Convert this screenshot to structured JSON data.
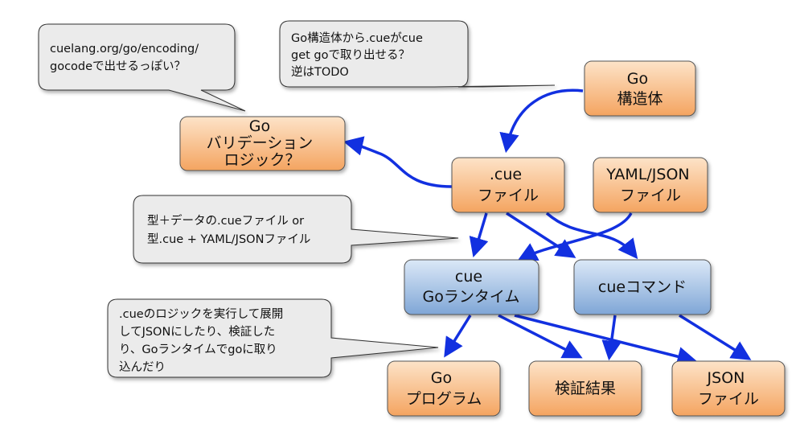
{
  "colors": {
    "orange_top": "#fde3c8",
    "orange_bottom": "#f4a460",
    "blue_top": "#dbe8f7",
    "blue_bottom": "#7fa6d6",
    "callout_fill": "#ebebeb",
    "arrow": "#1230e0"
  },
  "nodes": {
    "go_struct": [
      "Go",
      "構造体"
    ],
    "validation_logic": [
      "Go",
      "バリデーション",
      "ロジック？"
    ],
    "cue_file": [
      ".cue",
      "ファイル"
    ],
    "yaml_json_file": [
      "YAML/JSON",
      "ファイル"
    ],
    "cue_go_runtime": [
      "cue",
      "Goランタイム"
    ],
    "cue_command": [
      "cueコマンド"
    ],
    "go_program": [
      "Go",
      "プログラム"
    ],
    "validation_result": [
      "検証結果"
    ],
    "json_file": [
      "JSON",
      "ファイル"
    ]
  },
  "callouts": {
    "gocode": [
      "cuelang.org/go/encoding/",
      "gocodeで出せるっぽい？"
    ],
    "go_struct_to_cue": [
      "Go構造体から.cueがcue",
      "get goで取り出せる？",
      "逆はTODO"
    ],
    "types_data": [
      "型＋データの.cueファイル or",
      "型.cue + YAML/JSONファイル"
    ],
    "cue_logic": [
      ".cueのロジックを実行して展開",
      "してJSONにしたり、検証した",
      "り、Goランタイムでgoに取り",
      "込んだり"
    ]
  }
}
